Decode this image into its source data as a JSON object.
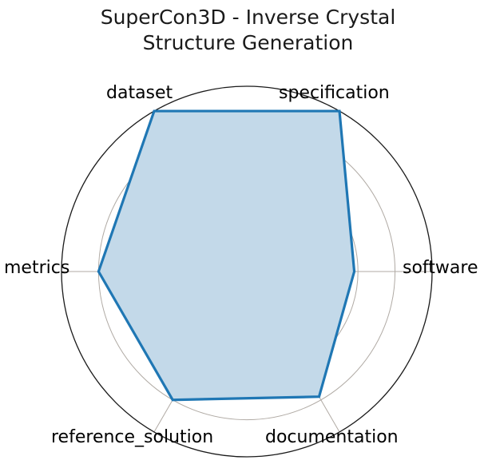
{
  "chart_data": {
    "type": "radar",
    "title": "SuperCon3D -  Inverse Crystal\nStructure Generation",
    "categories": [
      "dataset",
      "specification",
      "software",
      "documentation",
      "reference_solution",
      "metrics"
    ],
    "values": [
      1.0,
      1.0,
      0.58,
      0.78,
      0.8,
      0.8
    ],
    "series": [
      {
        "name": "SuperCon3D",
        "values": [
          1.0,
          1.0,
          0.58,
          0.78,
          0.8,
          0.8
        ]
      }
    ],
    "rlim": [
      0,
      1.0
    ],
    "rticks": [
      0.2,
      0.4,
      0.6,
      0.8,
      1.0
    ],
    "tick_labels_visible": false,
    "grid": true,
    "legend": "none",
    "start_angle_deg": 120,
    "direction": "clockwise",
    "line_color": "#1f77b4",
    "fill_color": "#c3d9e9",
    "grid_color": "#b0aaa4",
    "outer_ring_color": "#1a1a1a",
    "xlabel": "",
    "ylabel": ""
  },
  "axis_labels": {
    "dataset": "dataset",
    "specification": "specification",
    "software": "software",
    "documentation": "documentation",
    "reference_solution": "reference_solution",
    "metrics": "metrics"
  }
}
